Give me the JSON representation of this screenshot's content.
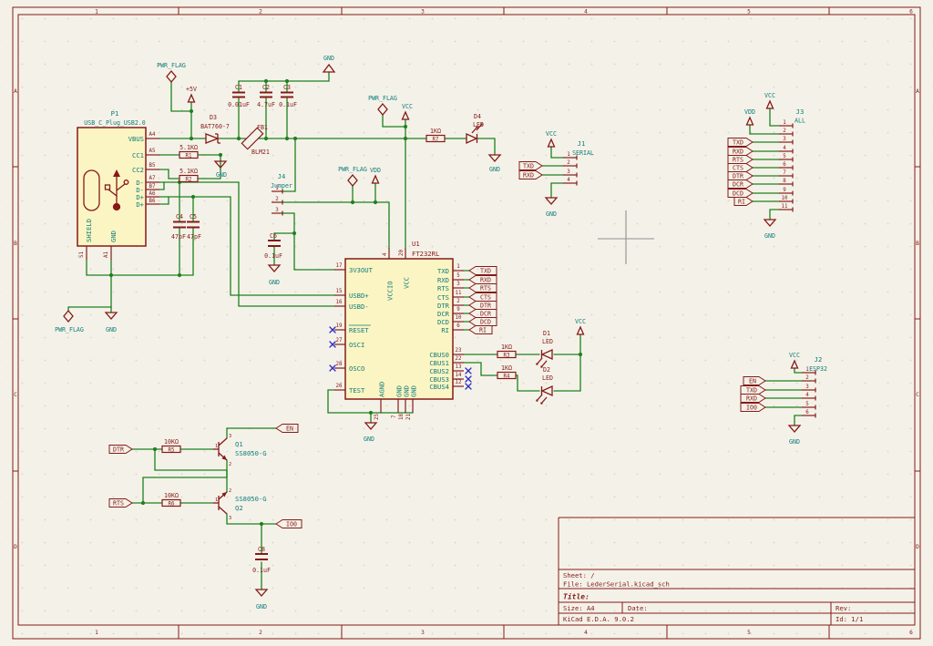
{
  "frame": {
    "columns": [
      "1",
      "2",
      "3",
      "4",
      "5",
      "6"
    ],
    "rows": [
      "A",
      "B",
      "C",
      "D"
    ]
  },
  "title_block": {
    "sheet": "Sheet: /",
    "file": "File: LederSerial.kicad_sch",
    "title_label": "Title:",
    "size": "Size: A4",
    "date": "Date:",
    "rev": "Rev:",
    "generator": "KiCad E.D.A. 9.0.2",
    "id": "Id: 1/1"
  },
  "nets": {
    "pwr_flag": "PWR_FLAG",
    "plus5v": "+5V",
    "vcc": "VCC",
    "vdd": "VDD",
    "gnd": "GND",
    "txd": "TXD",
    "rxd": "RXD",
    "rts": "RTS",
    "cts": "CTS",
    "dtr": "DTR",
    "dcr": "DCR",
    "dcd": "DCD",
    "ri": "RI",
    "en": "EN",
    "io0": "IO0"
  },
  "components": {
    "p1": {
      "ref": "P1",
      "value": "USB_C_Plug_USB2.0",
      "pin_numbers": [
        "A4",
        "A5",
        "B5",
        "A7",
        "B7",
        "A6",
        "B6",
        "S1",
        "A1"
      ],
      "pin_names": [
        "VBUS",
        "CC1",
        "CC2",
        "D-",
        "D-",
        "D+",
        "D+",
        "SHIELD",
        "GND"
      ]
    },
    "c1": {
      "ref": "C1",
      "value": "0.01uF"
    },
    "c2": {
      "ref": "C2",
      "value": "4.7uF"
    },
    "c3": {
      "ref": "C3",
      "value": "0.1uF"
    },
    "c4": {
      "ref": "C4",
      "value": "47pF"
    },
    "c5": {
      "ref": "C5",
      "value": "47pF"
    },
    "c6": {
      "ref": "C6",
      "value": "0.1uF"
    },
    "c8": {
      "ref": "C8",
      "value": "0.1uF"
    },
    "d1": {
      "ref": "D1",
      "value": "LED"
    },
    "d2": {
      "ref": "D2",
      "value": "LED"
    },
    "d3": {
      "ref": "D3",
      "value": "BAT760-7"
    },
    "d4": {
      "ref": "D4",
      "value": "LED"
    },
    "fb1": {
      "ref": "FB1",
      "value": "BLM21"
    },
    "r1": {
      "ref": "R1",
      "value": "5.1KΩ"
    },
    "r2": {
      "ref": "R2",
      "value": "5.1KΩ"
    },
    "r3": {
      "ref": "R3",
      "value": "1KΩ"
    },
    "r4": {
      "ref": "R4",
      "value": "1KΩ"
    },
    "r5": {
      "ref": "R5",
      "value": "10KΩ"
    },
    "r6": {
      "ref": "R6",
      "value": "10KΩ"
    },
    "r7": {
      "ref": "R7",
      "value": "1KΩ"
    },
    "q1": {
      "ref": "Q1",
      "value": "SS8050-G",
      "pins": [
        "1",
        "2",
        "3"
      ]
    },
    "q2": {
      "ref": "Q2",
      "value": "SS8050-G",
      "pins": [
        "1",
        "2",
        "3"
      ]
    },
    "u1": {
      "ref": "U1",
      "value": "FT232RL",
      "left_pins": [
        {
          "num": "17",
          "name": "3V3OUT"
        },
        {
          "num": "15",
          "name": "USBD+"
        },
        {
          "num": "16",
          "name": "USBD-"
        },
        {
          "num": "19",
          "name": "RESET"
        },
        {
          "num": "27",
          "name": "OSCI"
        },
        {
          "num": "28",
          "name": "OSCO"
        },
        {
          "num": "26",
          "name": "TEST"
        }
      ],
      "right_pins": [
        {
          "num": "1",
          "name": "TXD"
        },
        {
          "num": "5",
          "name": "RXD"
        },
        {
          "num": "3",
          "name": "RTS"
        },
        {
          "num": "11",
          "name": "CTS"
        },
        {
          "num": "2",
          "name": "DTR"
        },
        {
          "num": "9",
          "name": "DCR"
        },
        {
          "num": "10",
          "name": "DCD"
        },
        {
          "num": "6",
          "name": "RI"
        },
        {
          "num": "23",
          "name": "CBUS0"
        },
        {
          "num": "22",
          "name": "CBUS1"
        },
        {
          "num": "13",
          "name": "CBUS2"
        },
        {
          "num": "14",
          "name": "CBUS3"
        },
        {
          "num": "12",
          "name": "CBUS4"
        }
      ],
      "top_pins": [
        {
          "num": "4",
          "name": "VCCIO"
        },
        {
          "num": "20",
          "name": "VCC"
        }
      ],
      "bottom_pins": [
        {
          "num": "25",
          "name": "AGND"
        },
        {
          "num": "7",
          "name": "GND"
        },
        {
          "num": "18",
          "name": "GND"
        },
        {
          "num": "21",
          "name": "GND"
        }
      ]
    },
    "j1": {
      "ref": "J1",
      "value": "SERIAL",
      "pins": [
        "1",
        "2",
        "3",
        "4"
      ]
    },
    "j2": {
      "ref": "J2",
      "value": "ESP32",
      "pins": [
        "1",
        "2",
        "3",
        "4",
        "5",
        "6"
      ]
    },
    "j3": {
      "ref": "J3",
      "value": "ALL",
      "pins": [
        "1",
        "2",
        "3",
        "4",
        "5",
        "6",
        "7",
        "8",
        "9",
        "10",
        "11"
      ]
    },
    "j4": {
      "ref": "J4",
      "value": "Jumper",
      "pins": [
        "1",
        "2",
        "3"
      ]
    }
  }
}
